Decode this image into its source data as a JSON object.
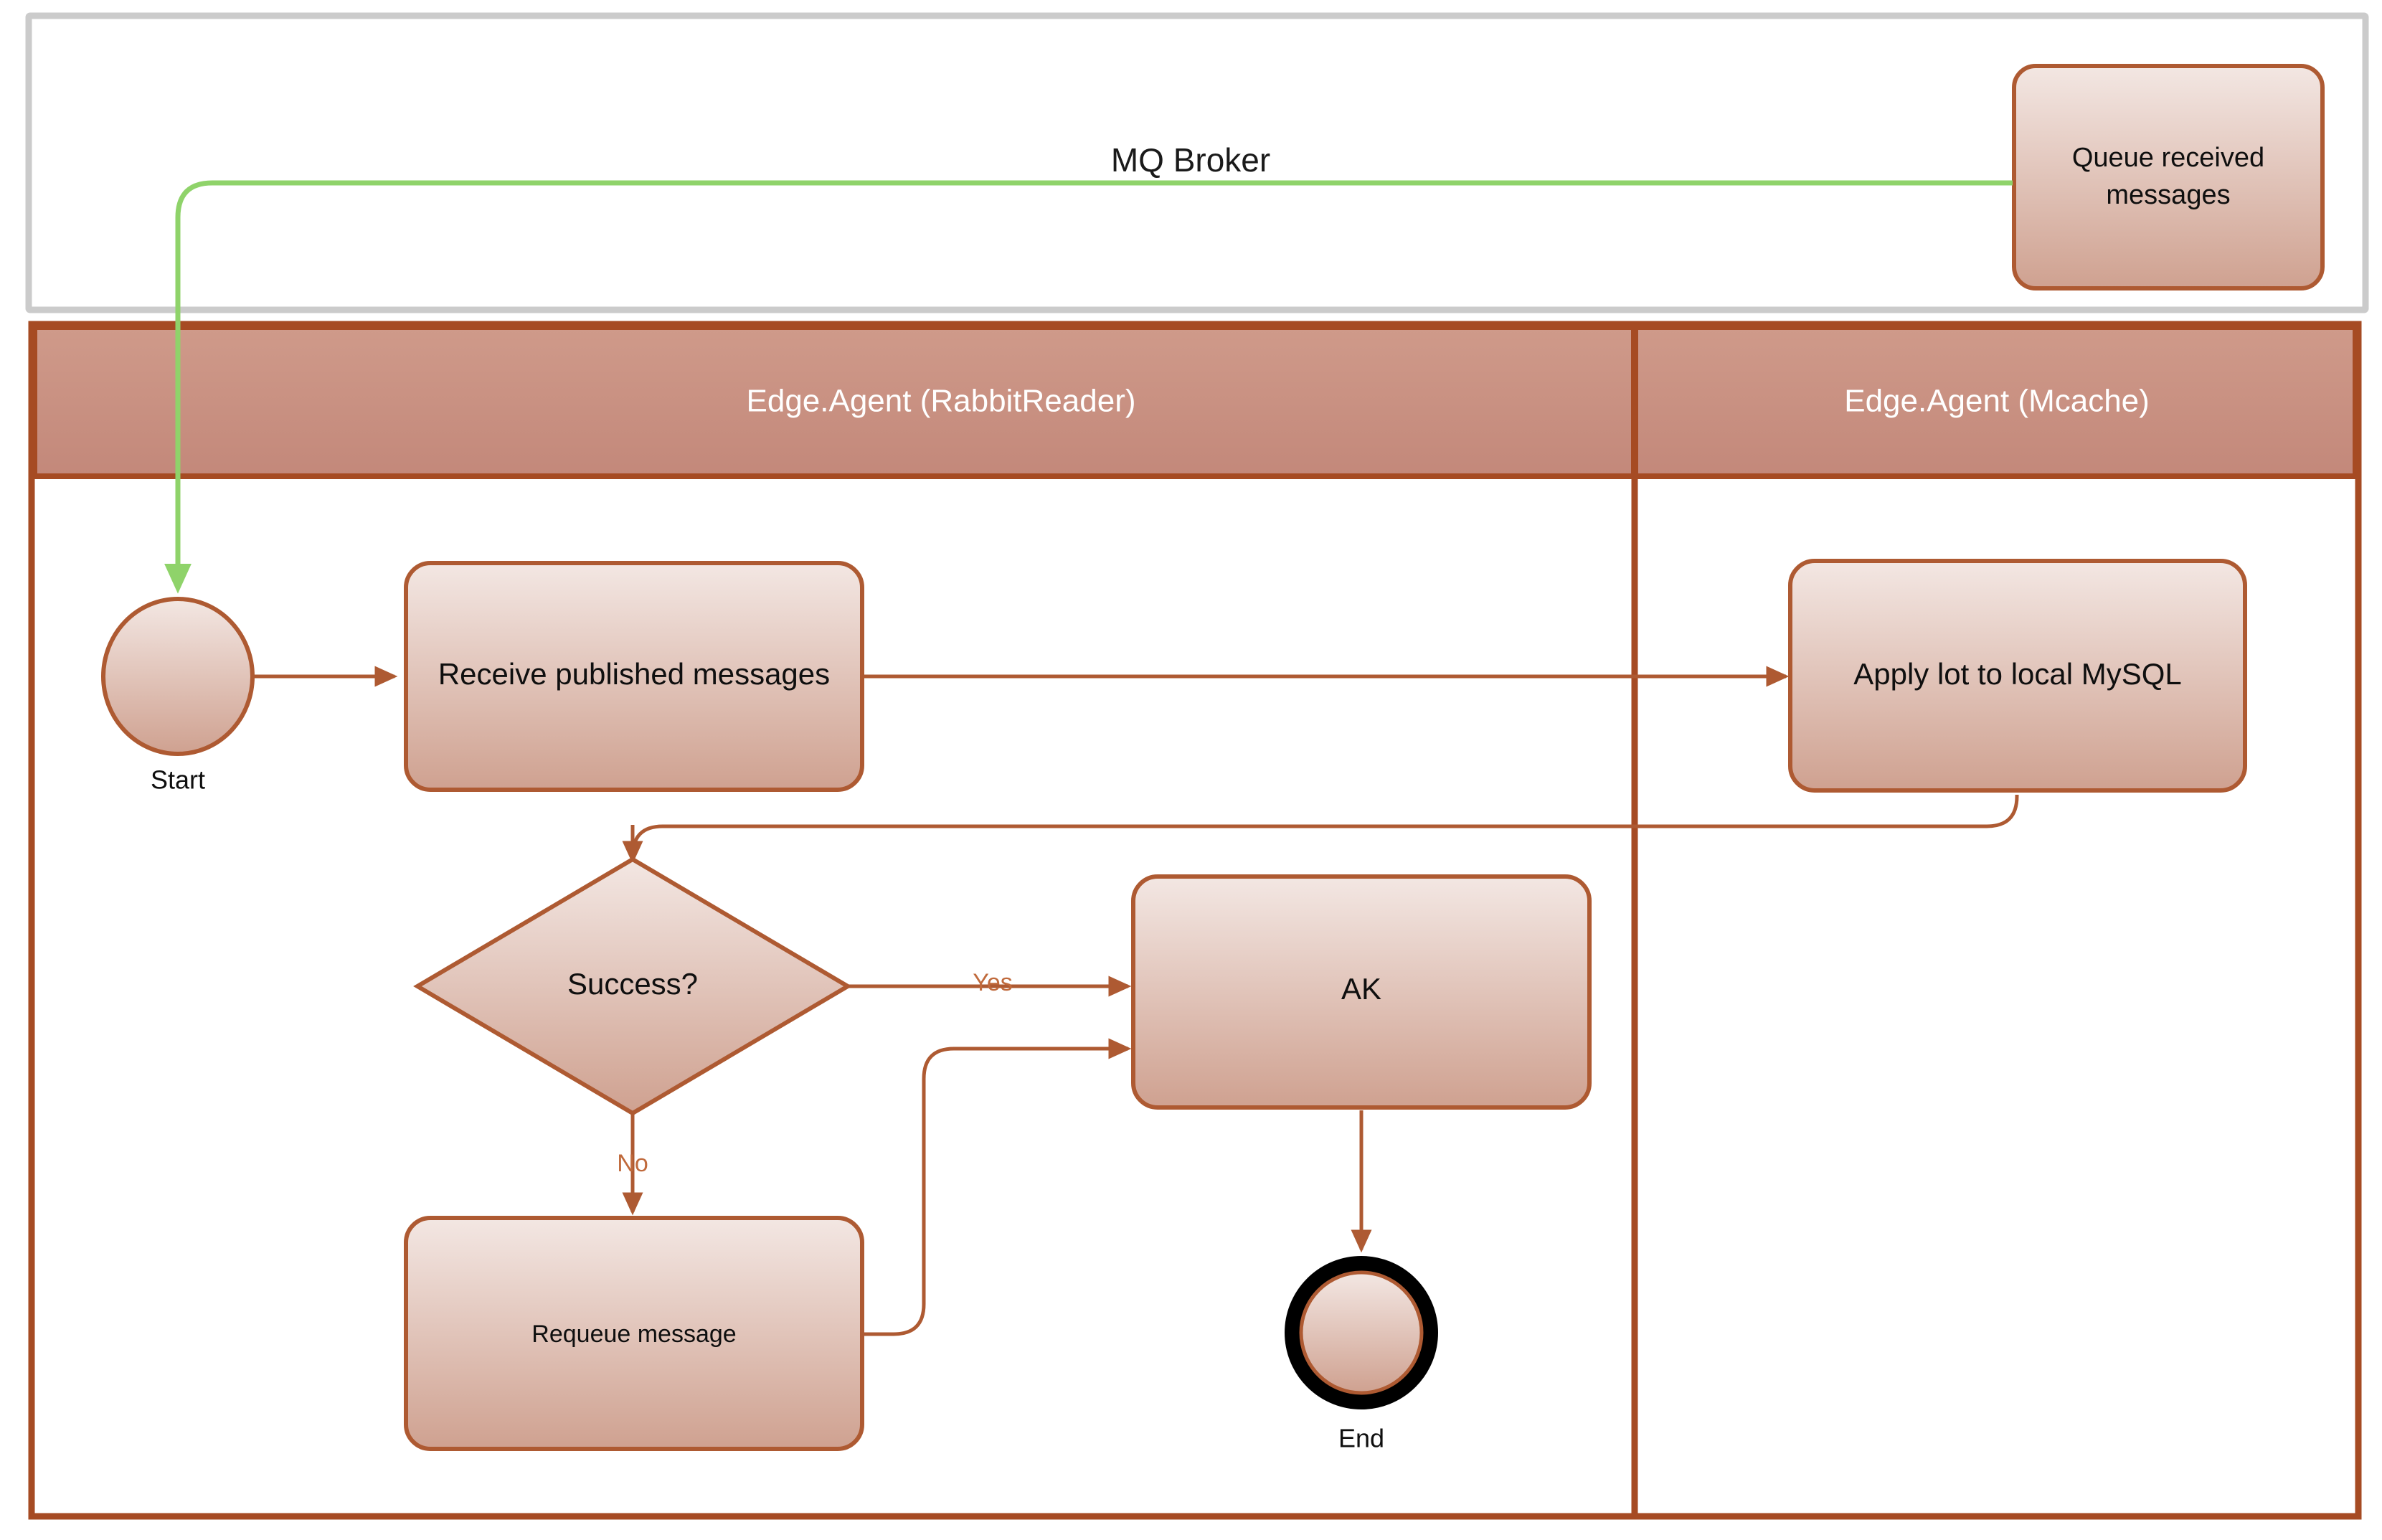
{
  "diagram": {
    "type": "swimlane-flowchart",
    "pool": {
      "title": "MQ Broker",
      "nodes": [
        {
          "id": "queue-received-messages",
          "label": "Queue received messages",
          "shape": "rounded-rectangle"
        }
      ]
    },
    "lanes": [
      {
        "id": "lane-rabbitreader",
        "title": "Edge.Agent (RabbitReader)"
      },
      {
        "id": "lane-mcache",
        "title": "Edge.Agent (Mcache)"
      }
    ],
    "nodes": [
      {
        "id": "start",
        "label": "Start",
        "shape": "circle",
        "lane": "lane-rabbitreader"
      },
      {
        "id": "receive-published-messages",
        "label": "Receive published messages",
        "shape": "rounded-rectangle",
        "lane": "lane-rabbitreader"
      },
      {
        "id": "apply-lot-to-local-mysql",
        "label": "Apply lot to local MySQL",
        "shape": "rounded-rectangle",
        "lane": "lane-mcache"
      },
      {
        "id": "success-decision",
        "label": "Success?",
        "shape": "diamond",
        "lane": "lane-rabbitreader"
      },
      {
        "id": "ak",
        "label": "AK",
        "shape": "rounded-rectangle",
        "lane": "lane-rabbitreader"
      },
      {
        "id": "requeue-message",
        "label": "Requeue message",
        "shape": "rounded-rectangle",
        "lane": "lane-rabbitreader"
      },
      {
        "id": "end",
        "label": "End",
        "shape": "circle-thick",
        "lane": "lane-rabbitreader"
      }
    ],
    "edges": [
      {
        "id": "edge-queue-to-start",
        "from": "queue-received-messages",
        "to": "start",
        "label": "",
        "color": "#8fd36a"
      },
      {
        "id": "edge-start-to-receive",
        "from": "start",
        "to": "receive-published-messages",
        "label": ""
      },
      {
        "id": "edge-receive-to-apply",
        "from": "receive-published-messages",
        "to": "apply-lot-to-local-mysql",
        "label": ""
      },
      {
        "id": "edge-apply-to-success",
        "from": "apply-lot-to-local-mysql",
        "to": "success-decision",
        "label": ""
      },
      {
        "id": "edge-success-yes-to-ak",
        "from": "success-decision",
        "to": "ak",
        "label": "Yes"
      },
      {
        "id": "edge-success-no-to-requeue",
        "from": "success-decision",
        "to": "requeue-message",
        "label": "No"
      },
      {
        "id": "edge-requeue-to-ak",
        "from": "requeue-message",
        "to": "ak",
        "label": ""
      },
      {
        "id": "edge-ak-to-end",
        "from": "ak",
        "to": "end",
        "label": ""
      }
    ],
    "colors": {
      "node_fill_top": "#f1e2dd",
      "node_fill_bottom": "#d0a391",
      "node_stroke": "#ae5a32",
      "lane_header_fill": "#ca9182",
      "lane_stroke": "#a64b23",
      "pool_stroke": "#cccccc",
      "connector": "#ae5a32",
      "connector_green": "#8fd36a",
      "edge_label": "#c06a3c",
      "end_ring": "#000000"
    }
  }
}
